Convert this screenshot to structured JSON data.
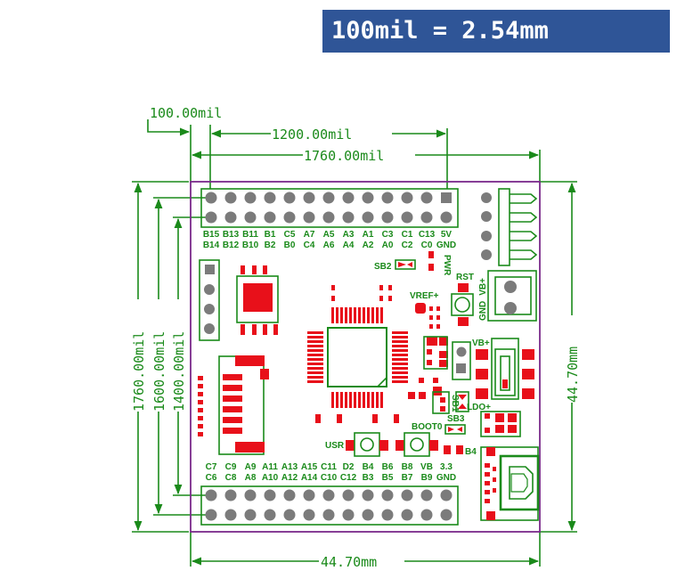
{
  "banner": {
    "text": "100mil = 2.54mm"
  },
  "dimensions": {
    "pitch": "100.00mil",
    "header_span": "1200.00mil",
    "board_width_mil": "1760.00mil",
    "board_height_mil": "1760.00mil",
    "row_spacing_outer": "1600.00mil",
    "row_spacing_inner": "1400.00mil",
    "board_height_mm": "44.70mm",
    "board_width_mm": "44.70mm"
  },
  "top_header": {
    "row1": [
      "B15",
      "B13",
      "B11",
      "B1",
      "C5",
      "A7",
      "A5",
      "A3",
      "A1",
      "C3",
      "C1",
      "C13",
      "5V"
    ],
    "row2": [
      "B14",
      "B12",
      "B10",
      "B2",
      "B0",
      "C4",
      "A6",
      "A4",
      "A2",
      "A0",
      "C2",
      "C0",
      "GND"
    ]
  },
  "bottom_header": {
    "row1": [
      "C7",
      "C9",
      "A9",
      "A11",
      "A13",
      "A15",
      "C11",
      "D2",
      "B4",
      "B6",
      "B8",
      "VB",
      "3.3"
    ],
    "row2": [
      "C6",
      "C8",
      "A8",
      "A10",
      "A12",
      "A14",
      "C10",
      "C12",
      "B3",
      "B5",
      "B7",
      "B9",
      "GND"
    ]
  },
  "labels": {
    "sb2": "SB2",
    "pwr": "PWR",
    "rst": "RST",
    "vref": "VREF+",
    "vb_plus_right": "VB+",
    "gnd_right": "GND",
    "vb_plus": "VB+",
    "sb1": "SB1",
    "ldo": "LDO+",
    "sb3": "SB3",
    "boot0": "BOOT0",
    "usr": "USR",
    "b4": "B4"
  },
  "colors": {
    "banner_bg": "#2f5597",
    "silk": "#1a8a1a",
    "pad": "#e8101a",
    "board_outline": "#7a2a8a",
    "hole": "#7b7b7b"
  }
}
